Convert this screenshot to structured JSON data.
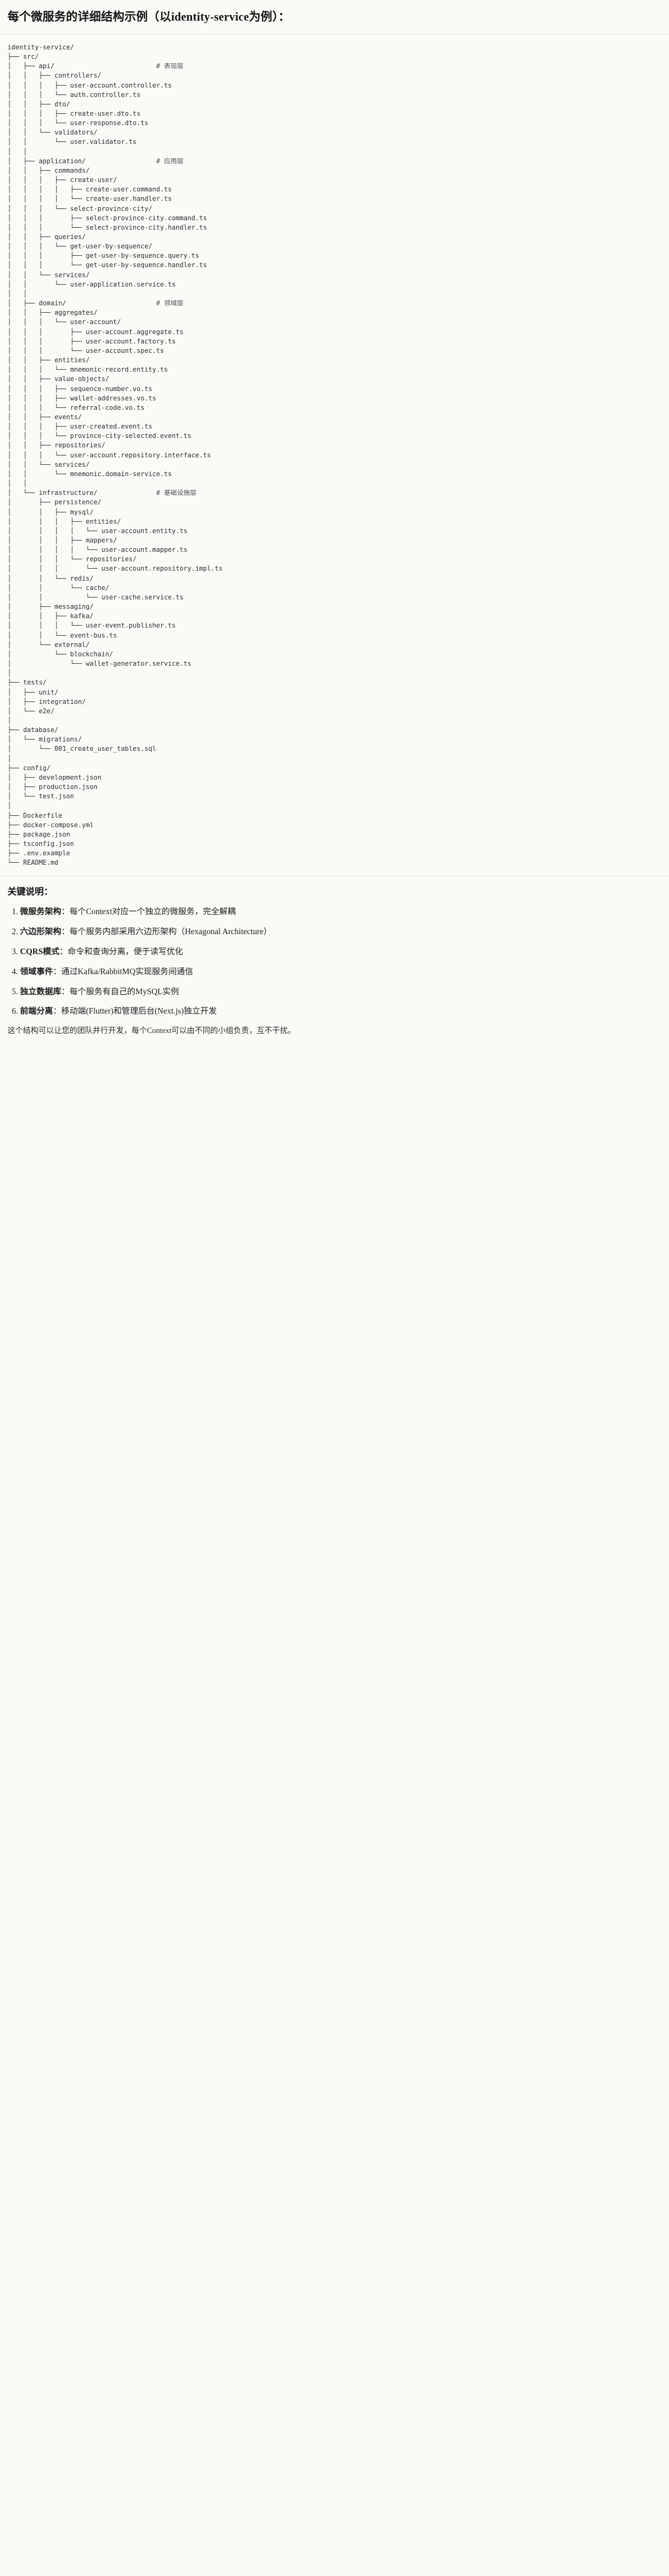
{
  "header": {
    "title": "每个微服务的详细结构示例（以identity-service为例）："
  },
  "tree": {
    "root": "identity-service/",
    "lines": [
      "identity-service/",
      "├── src/",
      "│   ├── api/                          # 表现层",
      "│   │   ├── controllers/",
      "│   │   │   ├── user-account.controller.ts",
      "│   │   │   └── auth.controller.ts",
      "│   │   ├── dto/",
      "│   │   │   ├── create-user.dto.ts",
      "│   │   │   └── user-response.dto.ts",
      "│   │   └── validators/",
      "│   │       └── user.validator.ts",
      "│   │",
      "│   ├── application/                  # 应用层",
      "│   │   ├── commands/",
      "│   │   │   ├── create-user/",
      "│   │   │   │   ├── create-user.command.ts",
      "│   │   │   │   └── create-user.handler.ts",
      "│   │   │   └── select-province-city/",
      "│   │   │       ├── select-province-city.command.ts",
      "│   │   │       └── select-province-city.handler.ts",
      "│   │   ├── queries/",
      "│   │   │   └── get-user-by-sequence/",
      "│   │   │       ├── get-user-by-sequence.query.ts",
      "│   │   │       └── get-user-by-sequence.handler.ts",
      "│   │   └── services/",
      "│   │       └── user-application.service.ts",
      "│   │",
      "│   ├── domain/                       # 领域层",
      "│   │   ├── aggregates/",
      "│   │   │   └── user-account/",
      "│   │   │       ├── user-account.aggregate.ts",
      "│   │   │       ├── user-account.factory.ts",
      "│   │   │       └── user-account.spec.ts",
      "│   │   ├── entities/",
      "│   │   │   └── mnemonic-record.entity.ts",
      "│   │   ├── value-objects/",
      "│   │   │   ├── sequence-number.vo.ts",
      "│   │   │   ├── wallet-addresses.vo.ts",
      "│   │   │   └── referral-code.vo.ts",
      "│   │   ├── events/",
      "│   │   │   ├── user-created.event.ts",
      "│   │   │   └── province-city-selected.event.ts",
      "│   │   ├── repositories/",
      "│   │   │   └── user-account.repository.interface.ts",
      "│   │   └── services/",
      "│   │       └── mnemonic.domain-service.ts",
      "│   │",
      "│   └── infrastructure/               # 基础设施层",
      "│       ├── persistence/",
      "│       │   ├── mysql/",
      "│       │   │   ├── entities/",
      "│       │   │   │   └── user-account.entity.ts",
      "│       │   │   ├── mappers/",
      "│       │   │   │   └── user-account.mapper.ts",
      "│       │   │   └── repositories/",
      "│       │   │       └── user-account.repository.impl.ts",
      "│       │   └── redis/",
      "│       │       └── cache/",
      "│       │           └── user-cache.service.ts",
      "│       ├── messaging/",
      "│       │   ├── kafka/",
      "│       │   │   └── user-event.publisher.ts",
      "│       │   └── event-bus.ts",
      "│       └── external/",
      "│           └── blockchain/",
      "│               └── wallet-generator.service.ts",
      "│",
      "├── tests/",
      "│   ├── unit/",
      "│   ├── integration/",
      "│   └── e2e/",
      "│",
      "├── database/",
      "│   └── migrations/",
      "│       └── 001_create_user_tables.sql",
      "│",
      "├── config/",
      "│   ├── development.json",
      "│   ├── production.json",
      "│   └── test.json",
      "│",
      "├── Dockerfile",
      "├── docker-compose.yml",
      "├── package.json",
      "├── tsconfig.json",
      "├── .env.example",
      "└── README.md"
    ],
    "layer_comments": [
      "# 表现层",
      "# 应用层",
      "# 领域层",
      "# 基础设施层"
    ]
  },
  "notes": {
    "title": "关键说明：",
    "items": [
      {
        "term": "微服务架构",
        "desc": "：每个Context对应一个独立的微服务，完全解耦"
      },
      {
        "term": "六边形架构",
        "desc": "：每个服务内部采用六边形架构（Hexagonal Architecture）"
      },
      {
        "term": "CQRS模式",
        "desc": "：命令和查询分离，便于读写优化"
      },
      {
        "term": "领域事件",
        "desc": "：通过Kafka/RabbitMQ实现服务间通信"
      },
      {
        "term": "独立数据库",
        "desc": "：每个服务有自己的MySQL实例"
      },
      {
        "term": "前端分离",
        "desc": "：移动端(Flutter)和管理后台(Next.js)独立开发"
      }
    ],
    "closing": "这个结构可以让您的团队并行开发，每个Context可以由不同的小组负责，互不干扰。"
  }
}
